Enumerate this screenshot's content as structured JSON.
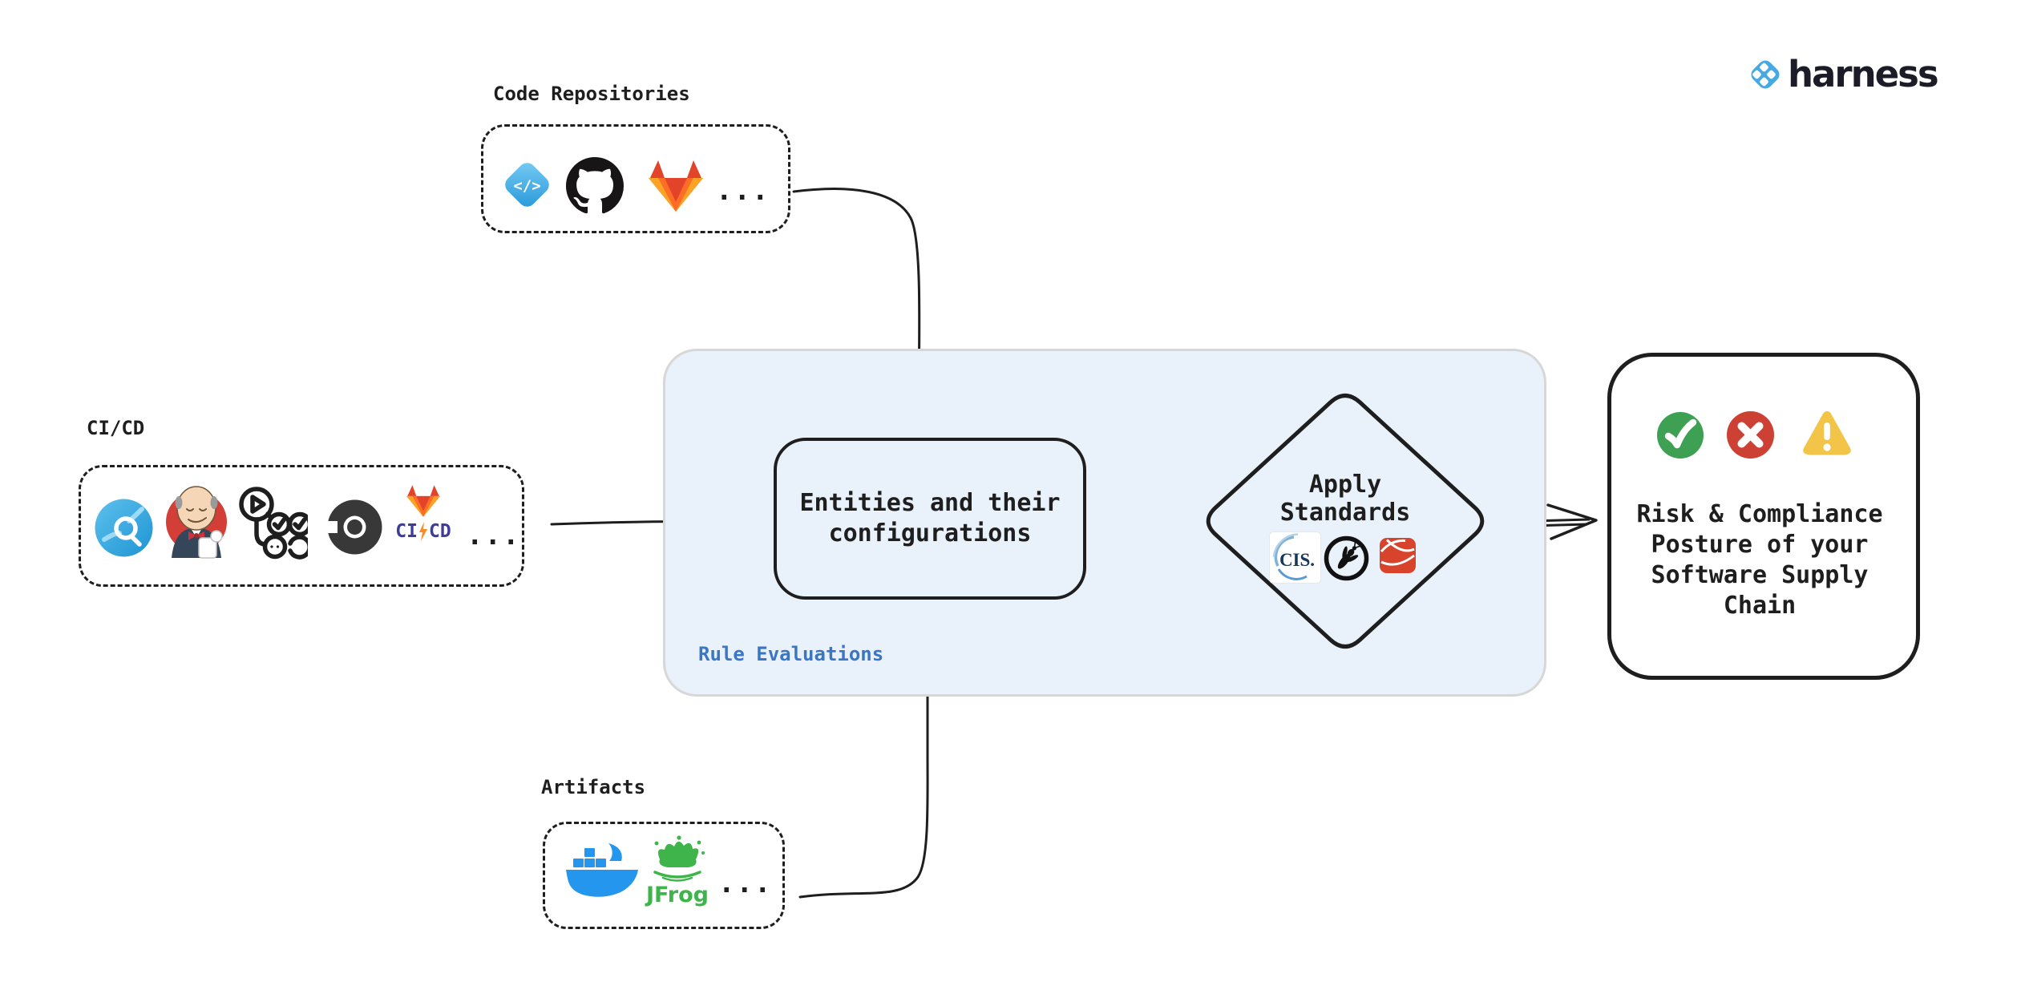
{
  "brand": {
    "name": "harness",
    "blue": "#46a9e3"
  },
  "groups": {
    "code_repositories": {
      "label": "Code Repositories",
      "icons": [
        "harness-code",
        "github",
        "gitlab"
      ],
      "code_glyph": "</>",
      "more": "..."
    },
    "cicd": {
      "label": "CI/CD",
      "icons": [
        "harness-ci",
        "jenkins",
        "github-actions",
        "circleci",
        "gitlab-cicd"
      ],
      "gitlab_cicd_parts": {
        "ci": "CI",
        "cd": "CD"
      },
      "more": "..."
    },
    "artifacts": {
      "label": "Artifacts",
      "icons": [
        "docker",
        "jfrog"
      ],
      "jfrog_label": "JFrog",
      "more": "..."
    }
  },
  "panel": {
    "label": "Rule Evaluations",
    "fill": "#e9f1fb",
    "label_color": "#3a76c4"
  },
  "entities_node": {
    "line1": "Entities and their",
    "line2": "configurations"
  },
  "standards_node": {
    "line1": "Apply",
    "line2": "Standards",
    "icons": [
      "cis",
      "owasp",
      "red-standard"
    ],
    "cis_label": "CIS."
  },
  "outcome": {
    "icons": [
      "check-circle",
      "x-circle",
      "warning-triangle"
    ],
    "lines": [
      "Risk & Compliance",
      "Posture of your",
      "Software Supply",
      "Chain"
    ],
    "status_colors": {
      "pass": "#3ea053",
      "fail": "#cd4134",
      "warn": "#f2c549"
    }
  }
}
